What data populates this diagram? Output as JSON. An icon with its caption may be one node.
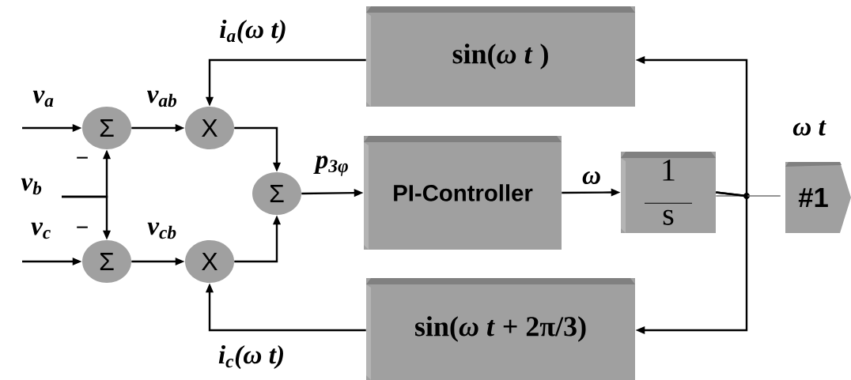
{
  "diagram": {
    "nodes": [
      {
        "text": [
          "Σ"
        ]
      },
      {
        "text": [
          "Σ"
        ]
      },
      {
        "text": [
          "X"
        ]
      },
      {
        "text": [
          "X"
        ]
      },
      {
        "text": [
          "Σ"
        ]
      },
      {
        "text": [
          "sin(*ω t* )"
        ]
      },
      {
        "text": [
          "PI-Controller"
        ]
      },
      {
        "text": [
          "1",
          "s"
        ]
      },
      {
        "text": [
          "sin(*ω t* + 2π/3)"
        ]
      },
      {
        "text": [
          "#1"
        ],
        "beside": [
          "ω t"
        ]
      },
      {
        "text": [
          "v$_{b}$"
        ]
      }
    ],
    "edges": [
      {
        "from": null,
        "to": 0,
        "arrow": "to",
        "label": "v$_{a}$"
      },
      {
        "from": null,
        "to": 1,
        "arrow": "to",
        "label": "v$_{c}$"
      },
      {
        "from": 10,
        "to": 0,
        "arrow": "to"
      },
      {
        "from": 10,
        "to": 1,
        "arrow": "to"
      },
      {
        "from": 0,
        "to": 2,
        "arrow": "to",
        "label": "v$_{ab}$"
      },
      {
        "from": 1,
        "to": 3,
        "arrow": "to",
        "label": "v$_{cb}$"
      },
      {
        "from": 2,
        "to": 4,
        "arrow": "to"
      },
      {
        "from": 3,
        "to": 4,
        "arrow": "to"
      },
      {
        "from": 4,
        "to": 6,
        "arrow": "to",
        "label": "p$_{3φ}$"
      },
      {
        "from": 6,
        "to": 7,
        "arrow": "to",
        "label": "ω"
      },
      {
        "from": 7,
        "to": 9,
        "arrow": "none",
        "color": "#707070"
      },
      {
        "from": 7,
        "to": 5,
        "arrow": "to"
      },
      {
        "from": 7,
        "to": 8,
        "arrow": "to"
      },
      {
        "from": 5,
        "to": 2,
        "arrow": "to",
        "label": "i$_{a}$(ω t)"
      },
      {
        "from": 8,
        "to": 3,
        "arrow": "to",
        "label": "i$_{c}$(ω t)"
      }
    ],
    "labels": [
      "−",
      "−"
    ]
  }
}
